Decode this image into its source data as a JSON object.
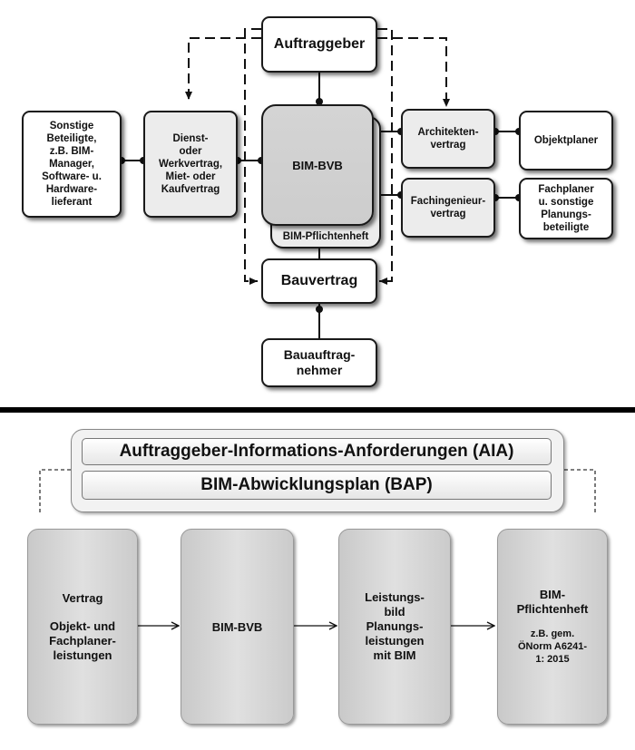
{
  "top_diagram": {
    "auftraggeber": "Auftraggeber",
    "bim_bvb": "BIM-BVB",
    "bim_pflichtenheft": "BIM-Pflichtenheft",
    "bauvertrag": "Bauvertrag",
    "bauauftragnehmer": "Bauauftrag-\nnehmer",
    "dienstvertrag": "Dienst-\noder\nWerkvertrag,\nMiet- oder\nKaufvertrag",
    "sonstige": "Sonstige\nBeteiligte,\nz.B. BIM-\nManager,\nSoftware- u.\nHardware-\nlieferant",
    "architektenvertrag": "Architekten-\nvertrag",
    "objektplaner": "Objektplaner",
    "fachingenieurvertrag": "Fachingenieur-\nvertrag",
    "fachplaner": "Fachplaner\nu. sonstige\nPlanungs-\nbeteiligte"
  },
  "bottom_diagram": {
    "aia": "Auftraggeber-Informations-Anforderungen (AIA)",
    "bap": "BIM-Abwicklungsplan (BAP)",
    "vertrag_title": "Vertrag",
    "vertrag_sub": "Objekt- und\nFachplaner-\nleistungen",
    "bim_bvb": "BIM-BVB",
    "leistungsbild": "Leistungs-\nbild\nPlanungs-\nleistungen\nmit BIM",
    "pflichtenheft_title": "BIM-\nPflichtenheft",
    "pflichtenheft_sub": "z.B. gem.\nÖNorm A6241-\n1: 2015"
  }
}
